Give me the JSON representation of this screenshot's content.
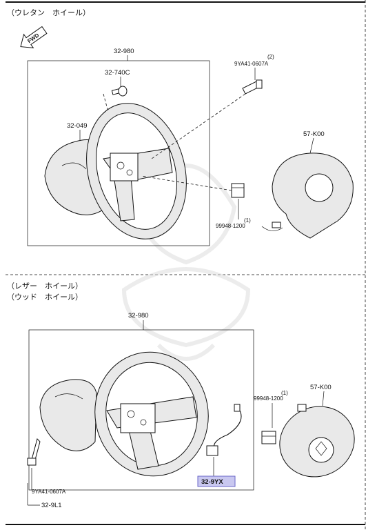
{
  "sections": {
    "top_heading": "（ウレタン　ホイール）",
    "bottom_heading_1": "（レザー　ホイール）",
    "bottom_heading_2": "（ウッド　ホイール）"
  },
  "direction_marker": "FWD",
  "top_parts": {
    "wheel": "32-980",
    "bolt_small": "32-740C",
    "cover": "32-049",
    "bolt_qty": "(2)",
    "bolt": "9YA41-0607A",
    "airbag": "57-K00",
    "nut_qty": "(1)",
    "nut": "99948-1200"
  },
  "bottom_parts": {
    "wheel": "32-980",
    "nut": "99948-1200",
    "nut_qty": "(1)",
    "airbag": "57-K00",
    "harness": "32-9YX",
    "bolt": "9YA41-0607A",
    "cover": "32-9L1"
  },
  "colors": {
    "highlight": "#c9c8f0"
  }
}
